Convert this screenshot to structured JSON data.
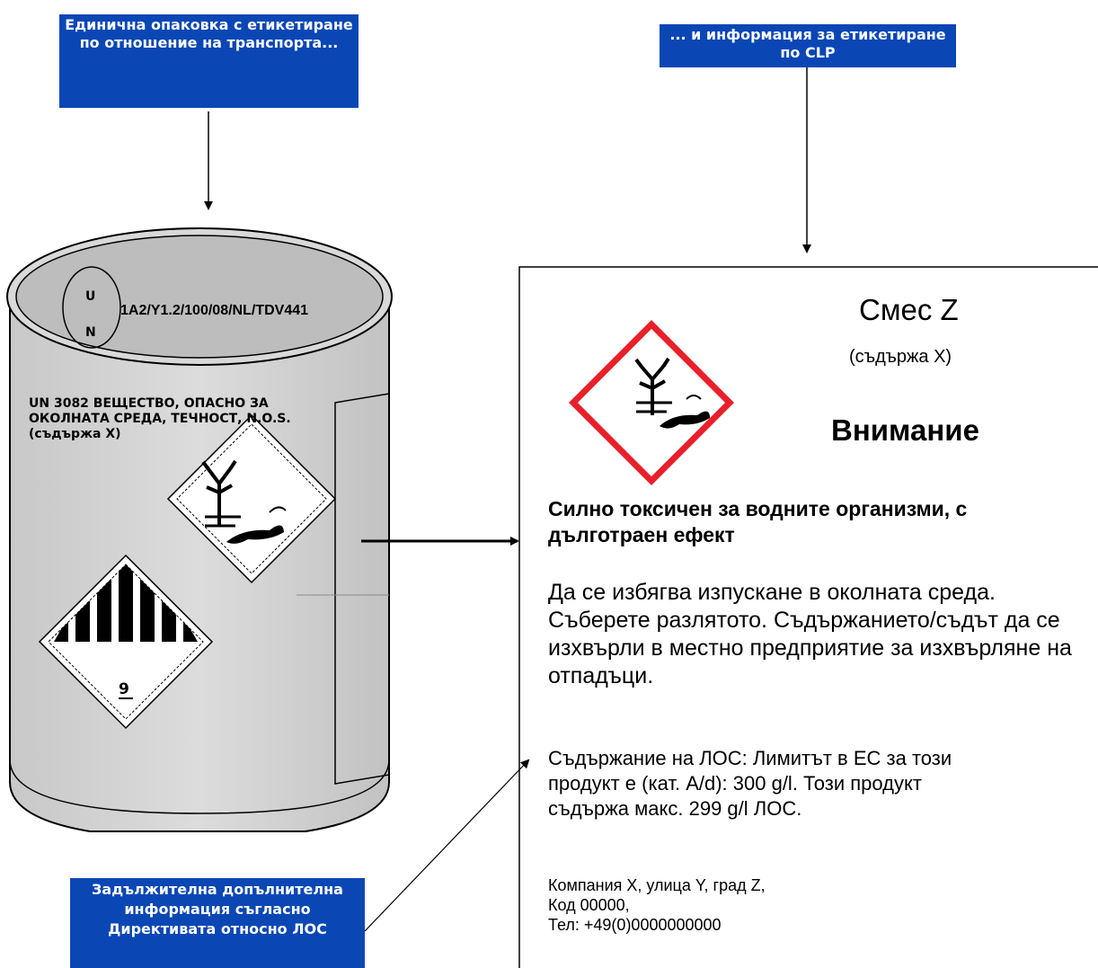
{
  "callouts": {
    "transport": "Единична опаковка с етикетиране по отношение на транспорта...",
    "clp": "... и информация за етикетиране по CLP",
    "voc": "Задължителна допълнителна информация съгласно Директивата относно ЛОС"
  },
  "drum": {
    "un_top": "U",
    "un_bottom": "N",
    "packaging_code": "1A2/Y1.2/100/08/NL/TDV441",
    "transport_text": "UN 3082 ВЕЩЕСТВО, ОПАСНО ЗА ОКОЛНАТА СРЕДА, ТЕЧНОСТ, N.O.S. (съдържа X)",
    "class_number": "9"
  },
  "label": {
    "product_name": "Смес Z",
    "contains": "(съдържа X)",
    "signal_word": "Внимание",
    "hazard_statement": "Силно токсичен за водните организми, с дълготраен ефект",
    "precautionary": "Да се избягва изпускане в околната среда. Съберете разлятото. Съдържанието/съдът да се изхвърли в местно предприятие за изхвърляне на отпадъци.",
    "voc_info": "Съдържание на ЛОС: Лимитът в ЕС за този продукт е (кат. A/d): 300 g/l. Този продукт съдържа макс. 299 g/l ЛОС.",
    "company_line1": "Компания X, улица Y, град Z,",
    "company_line2": "Код 00000,",
    "company_line3": "Тел: +49(0)0000000000"
  },
  "colors": {
    "callout_bg": "#0a47b5",
    "ghs_border": "#e8202a",
    "drum_top": "#bdbdbd",
    "drum_body": "#d4d4d4"
  }
}
